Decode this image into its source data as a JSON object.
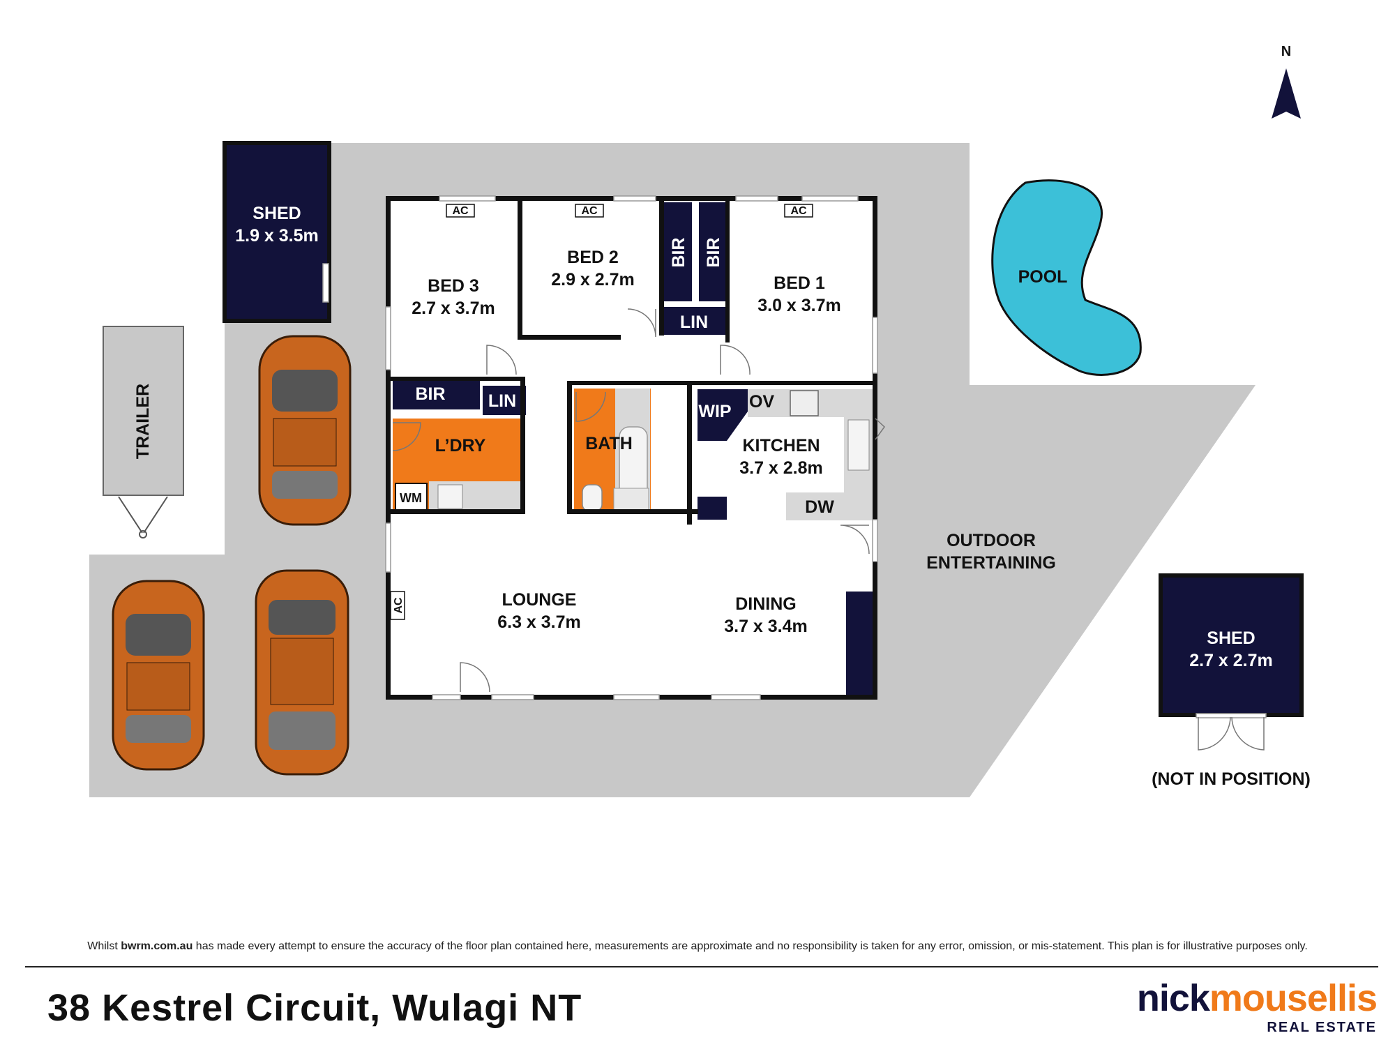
{
  "compass": {
    "label": "N"
  },
  "rooms": {
    "shed_top": {
      "name": "SHED",
      "size": "1.9 x 3.5m"
    },
    "bed3": {
      "name": "BED 3",
      "size": "2.7 x 3.7m"
    },
    "bed2": {
      "name": "BED 2",
      "size": "2.9 x 2.7m"
    },
    "bed1": {
      "name": "BED 1",
      "size": "3.0 x 3.7m"
    },
    "laundry": {
      "name": "L’DRY"
    },
    "bath": {
      "name": "BATH"
    },
    "kitchen": {
      "name": "KITCHEN",
      "size": "3.7 x 2.8m"
    },
    "lounge": {
      "name": "LOUNGE",
      "size": "6.3 x 3.7m"
    },
    "dining": {
      "name": "DINING",
      "size": "3.7 x 3.4m"
    },
    "outdoor": {
      "line1": "OUTDOOR",
      "line2": "ENTERTAINING"
    },
    "pool": {
      "name": "POOL"
    },
    "shed_right": {
      "name": "SHED",
      "size": "2.7 x 2.7m",
      "note": "(NOT IN POSITION)"
    },
    "trailer": {
      "name": "TRAILER"
    }
  },
  "fixtures": {
    "ac": "AC",
    "bir": "BIR",
    "lin": "LIN",
    "wip": "WIP",
    "ov": "OV",
    "dw": "DW",
    "wm": "WM"
  },
  "colors": {
    "site": "#c8c8c8",
    "navy": "#12123a",
    "orange": "#f07a1a",
    "pool": "#3cc0d8",
    "car": "#c8651e",
    "bench": "#d8d8d8"
  },
  "footer": {
    "disclaimer_pre": "Whilst ",
    "disclaimer_site": "bwrm.com.au",
    "disclaimer_post": " has made every attempt to ensure the accuracy of the floor plan contained here, measurements are approximate and no responsibility is taken for any error, omission, or mis-statement. This plan is for illustrative purposes only.",
    "address": "38 Kestrel Circuit, Wulagi NT",
    "brand_part1": "nick",
    "brand_part2": "mousellis",
    "brand_sub": "REAL ESTATE"
  }
}
